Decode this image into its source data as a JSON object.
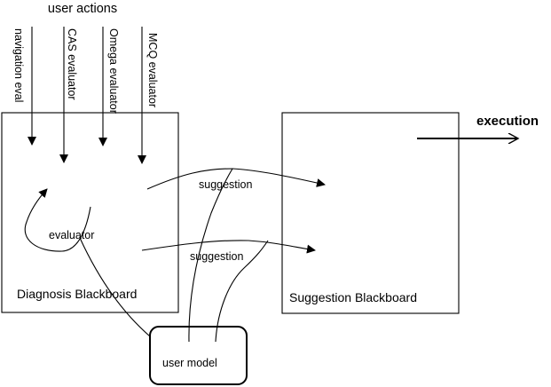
{
  "title": "user actions",
  "evaluators": [
    "navigation eval",
    "CAS evaluator",
    "Omega evaluator",
    "MCQ  evaluator"
  ],
  "diagnosis_blackboard": "Diagnosis Blackboard",
  "suggestion_blackboard": "Suggestion Blackboard",
  "evaluator_label": "evaluator",
  "suggestion_labels": [
    "suggestion",
    "suggestion"
  ],
  "user_model": "user model",
  "execution": "execution",
  "colors": {
    "stroke": "#000000",
    "background": "#ffffff"
  }
}
